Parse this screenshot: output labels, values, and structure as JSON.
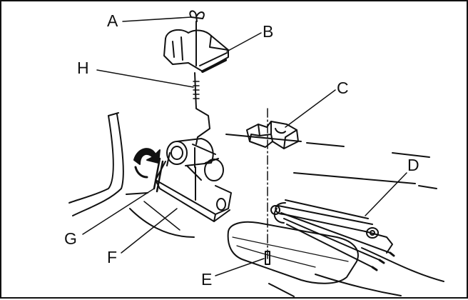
{
  "labels": {
    "a": "A",
    "b": "B",
    "c": "C",
    "d": "D",
    "e": "E",
    "f": "F",
    "g": "G",
    "h": "H"
  },
  "colors": {
    "line": "#111111",
    "background": "#ffffff"
  }
}
